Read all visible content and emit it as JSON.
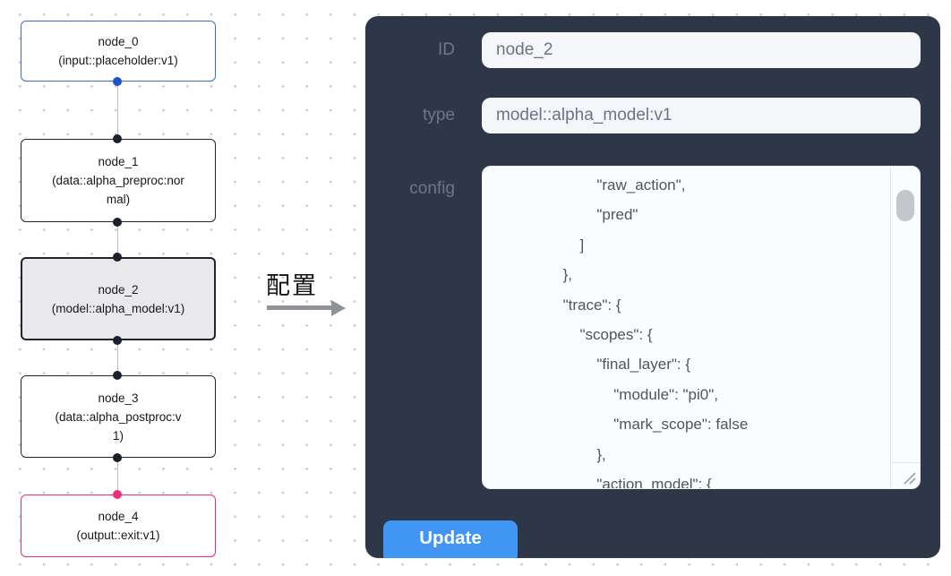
{
  "graph": {
    "nodes": [
      {
        "id": "node_0",
        "title": "node_0",
        "subtitle": "(input::placeholder:v1)",
        "kind": "input",
        "selected": false
      },
      {
        "id": "node_1",
        "title": "node_1",
        "subtitle": "(data::alpha_preproc:normal)",
        "kind": "data",
        "selected": false
      },
      {
        "id": "node_2",
        "title": "node_2",
        "subtitle": "(model::alpha_model:v1)",
        "kind": "model",
        "selected": true
      },
      {
        "id": "node_3",
        "title": "node_3",
        "subtitle": "(data::alpha_postproc:v1)",
        "kind": "data",
        "selected": false
      },
      {
        "id": "node_4",
        "title": "node_4",
        "subtitle": "(output::exit:v1)",
        "kind": "output",
        "selected": false
      }
    ]
  },
  "annotation": {
    "label": "配置"
  },
  "panel": {
    "fields": [
      {
        "label": "ID",
        "value": "node_2"
      },
      {
        "label": "type",
        "value": "model::alpha_model:v1"
      }
    ],
    "config_label": "config",
    "config_text": "                        \"raw_action\",\n                        \"pred\"\n                    ]\n                },\n                \"trace\": {\n                    \"scopes\": {\n                        \"final_layer\": {\n                            \"module\": \"pi0\",\n                            \"mark_scope\": false\n                        },\n                        \"action_model\": {",
    "update_label": "Update"
  },
  "colors": {
    "panel_bg": "#2d3748",
    "accent_blue": "#4196f5",
    "node_border_dark": "#20252f",
    "node_border_blue": "#3a6bd2",
    "node_border_pink": "#ee2b7d",
    "node_selected_bg": "#e9e9eb",
    "port_dark": "#1a202c",
    "port_blue": "#1e52c8",
    "port_pink": "#ee2b7d",
    "edge_gray": "#bcbec2"
  }
}
